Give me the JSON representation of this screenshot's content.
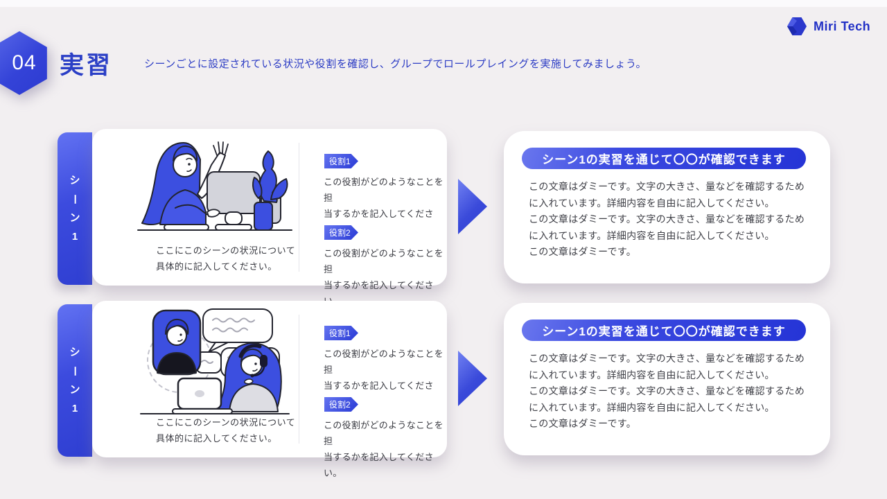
{
  "slide": {
    "background": "#f2eff1",
    "accent_blue": "#3142d6",
    "header": {
      "number": "04",
      "title": "実習",
      "subtitle": "シーンごとに設定されている状況や役割を確認し、グループでロールプレイングを実施してみましょう。"
    },
    "brand": {
      "name": "Miri Tech",
      "logo": "hexagon-logo-icon"
    }
  },
  "rows": [
    {
      "scene_chars": [
        "シ",
        "ー",
        "ン",
        "1"
      ],
      "illustration": "woman-at-desktop-waving-illustration",
      "caption_lines": [
        "ここにこのシーンの状況について",
        "具体的に記入してください。"
      ],
      "roles": [
        {
          "badge": "役割1",
          "lines": [
            "この役割がどのようなことを担",
            "当するかを記入してください。"
          ]
        },
        {
          "badge": "役割2",
          "lines": [
            "この役割がどのようなことを担",
            "当するかを記入してください。"
          ]
        }
      ],
      "arrow": "right-arrow-icon",
      "result": {
        "title": "シーン1の実習を通じて〇〇が確認できます",
        "body_lines": [
          "この文章はダミーです。文字の大きさ、量などを確認するため",
          "に入れています。詳細内容を自由に記入してください。",
          "この文章はダミーです。文字の大きさ、量などを確認するため",
          "に入れています。詳細内容を自由に記入してください。",
          "この文章はダミーです。"
        ]
      }
    },
    {
      "scene_chars": [
        "シ",
        "ー",
        "ン",
        "1"
      ],
      "illustration": "online-video-call-illustration",
      "caption_lines": [
        "ここにこのシーンの状況について",
        "具体的に記入してください。"
      ],
      "roles": [
        {
          "badge": "役割1",
          "lines": [
            "この役割がどのようなことを担",
            "当するかを記入してください。"
          ]
        },
        {
          "badge": "役割2",
          "lines": [
            "この役割がどのようなことを担",
            "当するかを記入してください。"
          ]
        }
      ],
      "arrow": "right-arrow-icon",
      "result": {
        "title": "シーン1の実習を通じて〇〇が確認できます",
        "body_lines": [
          "この文章はダミーです。文字の大きさ、量などを確認するため",
          "に入れています。詳細内容を自由に記入してください。",
          "この文章はダミーです。文字の大きさ、量などを確認するため",
          "に入れています。詳細内容を自由に記入してください。",
          "この文章はダミーです。"
        ]
      }
    }
  ]
}
